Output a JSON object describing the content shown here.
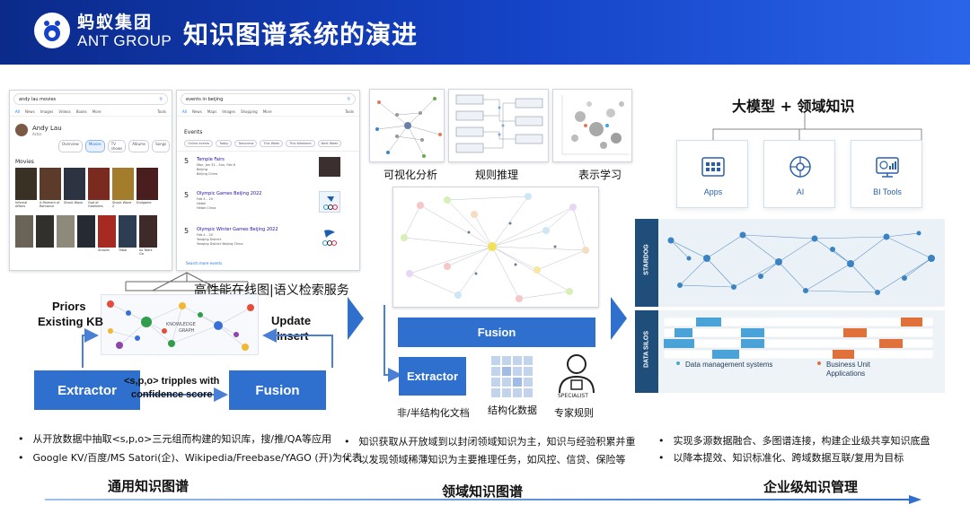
{
  "header": {
    "logo_cn": "蚂蚁集团",
    "logo_en": "ANT GROUP",
    "title": "知识图谱系统的演进"
  },
  "left": {
    "search1": {
      "query": "andy lau movies",
      "tabs": [
        "All",
        "News",
        "Images",
        "Videos",
        "Books",
        "More",
        "Tools"
      ],
      "entity_name": "Andy Lau",
      "entity_sub": "Actor",
      "chips": [
        "Overview",
        "Movies",
        "TV shows",
        "Albums",
        "Songs"
      ],
      "section": "Movies",
      "movies": [
        "Infernal Affairs",
        "A Moment of Romance",
        "Shock Wave",
        "God of Gamblers",
        "Shock Wave 2",
        "Endgame"
      ],
      "movies_row2": [
        "",
        "",
        "",
        "",
        "Shaolin",
        "Tribal",
        "As Tears Go"
      ]
    },
    "search2": {
      "query": "events in beijing",
      "tabs": [
        "All",
        "News",
        "Maps",
        "Images",
        "Shopping",
        "More",
        "Tools"
      ],
      "section": "Events",
      "chips": [
        "Online events",
        "Today",
        "Tomorrow",
        "This Week",
        "This Weekend",
        "Next Week"
      ],
      "events": [
        {
          "num": "5",
          "title": "Temple Fairs",
          "line1": "Mon, Jan 31 – Sun, Feb 6",
          "line2": "Beijing",
          "line3": "Beijing China"
        },
        {
          "num": "5",
          "title": "Olympic Games Beijing 2022",
          "line1": "Feb 4 – 20",
          "line2": "Hebei",
          "line3": "Hebei China"
        },
        {
          "num": "5",
          "title": "Olympic Winter Games Beijing 2022",
          "line1": "Feb 4 – 20",
          "line2": "Yanqing District",
          "line3": "Yanqing District Beijing China"
        }
      ],
      "more_link": "Search more events"
    },
    "service_label": "高性能在线图|语义检索服务",
    "priors": "Priors",
    "existing_kb": "Existing KB",
    "update": "Update",
    "insert": "Insert",
    "kg_label1": "KNOWLEDGE",
    "kg_label2": "GRAPH",
    "extractor": "Extractor",
    "fusion": "Fusion",
    "tripples1": "<s,p,o> tripples with",
    "tripples2": "confidence score",
    "bullets": [
      "从开放数据中抽取<s,p,o>三元组而构建的知识库，搜/推/QA等应用",
      "Google KV/百度/MS Satori(企)、Wikipedia/Freebase/YAGO (开)为代表"
    ],
    "stage": "通用知识图谱"
  },
  "middle": {
    "thumb_labels": [
      "可视化分析",
      "规则推理",
      "表示学习"
    ],
    "fusion": "Fusion",
    "extractor": "Extractor",
    "semi_label": "非/半结构化文档",
    "struct_label": "结构化数据",
    "specialist": "SPECIALIST",
    "expert_label": "专家规则",
    "bullets": [
      "知识获取从开放域到以封闭领域知识为主，知识与经验积累并重",
      "以发现领域稀薄知识为主要推理任务，如风控、信贷、保险等"
    ],
    "stage": "领域知识图谱"
  },
  "right": {
    "title": "大模型 + 领域知识",
    "cards": [
      {
        "label": "Apps",
        "icon": "apps-grid-icon"
      },
      {
        "label": "AI",
        "icon": "ai-brain-icon"
      },
      {
        "label": "BI Tools",
        "icon": "bi-chart-icon"
      }
    ],
    "stardog": "STARDOG",
    "data_silos": "DATA SILOS",
    "legend": [
      {
        "label": "Data management systems",
        "color": "#4aa3d8"
      },
      {
        "label": "Business Unit",
        "label2": "Applications",
        "color": "#e0713a"
      }
    ],
    "bullets": [
      "实现多源数据融合、多图谱连接，构建企业级共享知识底盘",
      "以降本提效、知识标准化、跨域数据互联/复用为目标"
    ],
    "stage": "企业级知识管理"
  },
  "colors": {
    "header": "#1544c8",
    "accent_blue": "#2f6fce",
    "arrow": "#4a7fd6",
    "teal": "#4aa3d8",
    "orange": "#e0713a"
  }
}
